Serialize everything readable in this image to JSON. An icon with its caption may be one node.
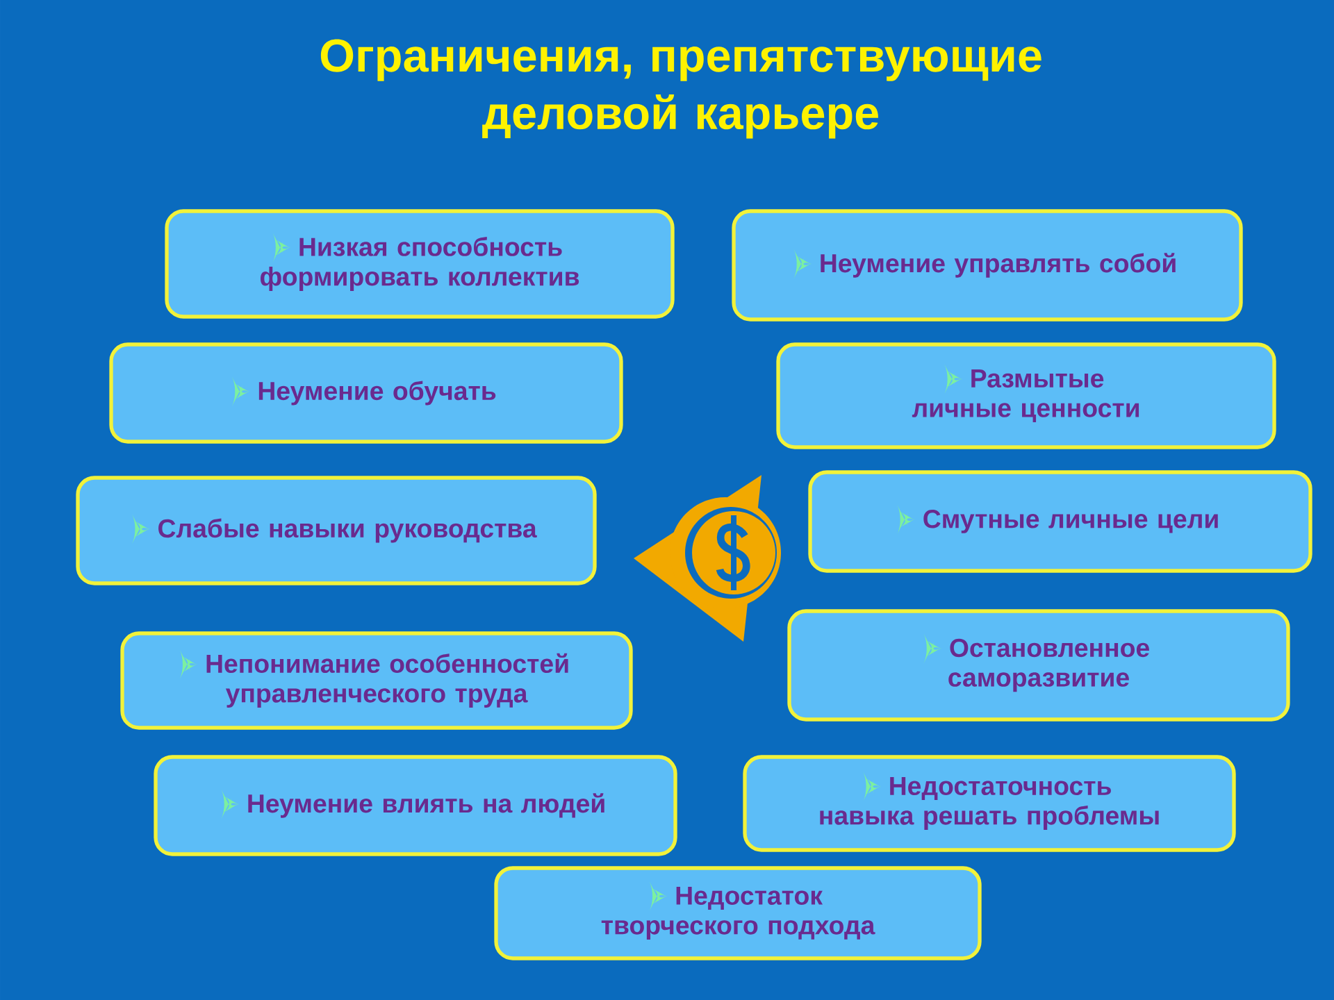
{
  "diagram": {
    "title": "Ограничения, препятствующие деловой карьере",
    "nodes": [
      {
        "text": [
          "Низкая способность формировать коллектив"
        ]
      },
      {
        "text": [
          "Неумение управлять собой"
        ]
      },
      {
        "text": [
          "Неумение обучать"
        ]
      },
      {
        "text": [
          "Размытые личные ценности"
        ]
      },
      {
        "text": [
          "Слабые навыки руководства"
        ]
      },
      {
        "text": [
          "Смутные личные цели"
        ]
      },
      {
        "text": [
          "Непонимание особенностей управленческого труда"
        ]
      },
      {
        "text": [
          "Остановленное саморазвитие"
        ]
      },
      {
        "text": [
          "Неумение влиять на людей"
        ]
      },
      {
        "text": [
          "Недостаточность навыка решать проблемы"
        ]
      },
      {
        "text": [
          "Недостаток творческого подхода"
        ]
      }
    ]
  }
}
